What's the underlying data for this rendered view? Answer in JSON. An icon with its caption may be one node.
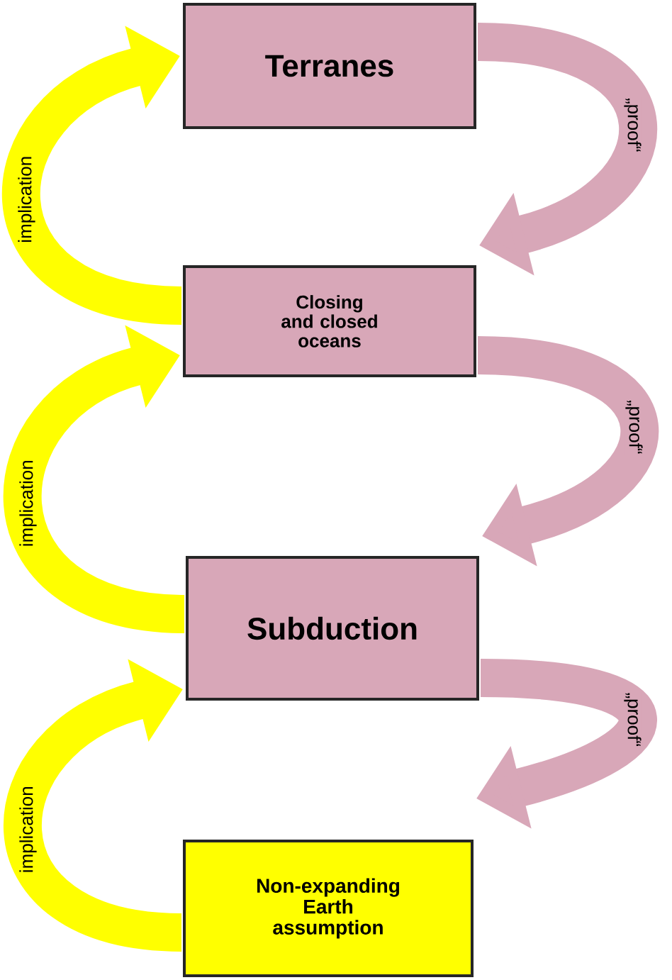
{
  "diagram": {
    "nodes": [
      {
        "text": [
          "Terranes"
        ]
      },
      {
        "text": [
          "Closing and closed oceans"
        ]
      },
      {
        "text": [
          "Subduction"
        ]
      },
      {
        "text": [
          "Non-expanding Earth assumption"
        ]
      }
    ],
    "edges": [
      {
        "from": 0,
        "to": 1,
        "arrow": "to",
        "label": "„proof“",
        "color": "#d8a7b8"
      },
      {
        "from": 1,
        "to": 2,
        "arrow": "to",
        "label": "„proof“",
        "color": "#d8a7b8"
      },
      {
        "from": 2,
        "to": 3,
        "arrow": "to",
        "label": "„proof“",
        "color": "#d8a7b8"
      },
      {
        "from": 1,
        "to": 0,
        "arrow": "to",
        "label": "implication",
        "color": "#ffff00"
      },
      {
        "from": 2,
        "to": 1,
        "arrow": "to",
        "label": "implication",
        "color": "#ffff00"
      },
      {
        "from": 3,
        "to": 2,
        "arrow": "to",
        "label": "implication",
        "color": "#ffff00"
      }
    ]
  }
}
